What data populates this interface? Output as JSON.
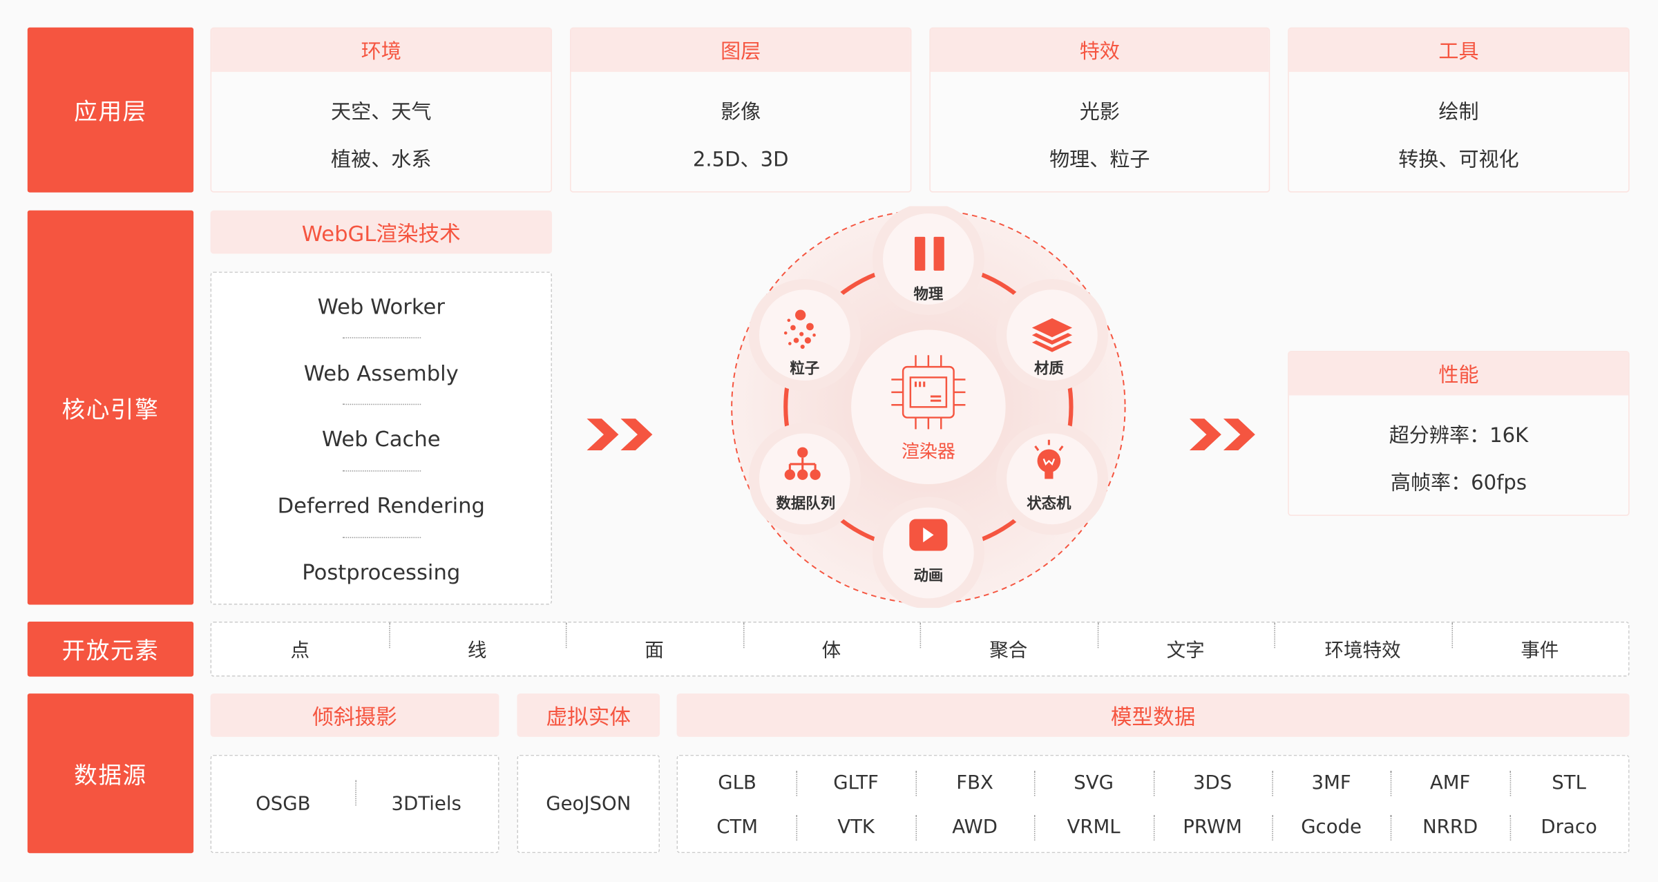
{
  "layers": {
    "application": "应用层",
    "core": "核心引擎",
    "elements": "开放元素",
    "datasource": "数据源"
  },
  "app_cards": [
    {
      "title": "环境",
      "lines": [
        "天空、天气",
        "植被、水系"
      ]
    },
    {
      "title": "图层",
      "lines": [
        "影像",
        "2.5D、3D"
      ]
    },
    {
      "title": "特效",
      "lines": [
        "光影",
        "物理、粒子"
      ]
    },
    {
      "title": "工具",
      "lines": [
        "绘制",
        "转换、可视化"
      ]
    }
  ],
  "webgl": {
    "title": "WebGL渲染技术",
    "items": [
      "Web Worker",
      "Web Assembly",
      "Web Cache",
      "Deferred Rendering",
      "Postprocessing"
    ]
  },
  "engine": {
    "center": "渲染器",
    "nodes": [
      "物理",
      "材质",
      "状态机",
      "动画",
      "数据队列",
      "粒子"
    ]
  },
  "performance": {
    "title": "性能",
    "lines": [
      "超分辨率：16K",
      "高帧率：60fps"
    ]
  },
  "elements": [
    "点",
    "线",
    "面",
    "体",
    "聚合",
    "文字",
    "环境特效",
    "事件"
  ],
  "datasource": {
    "oblique": {
      "title": "倾斜摄影",
      "items": [
        "OSGB",
        "3DTiels"
      ]
    },
    "virtual": {
      "title": "虚拟实体",
      "items": [
        "GeoJSON"
      ]
    },
    "model": {
      "title": "模型数据",
      "items": [
        "GLB",
        "GLTF",
        "FBX",
        "SVG",
        "3DS",
        "3MF",
        "AMF",
        "STL",
        "CTM",
        "VTK",
        "AWD",
        "VRML",
        "PRWM",
        "Gcode",
        "NRRD",
        "Draco"
      ]
    }
  },
  "colors": {
    "accent": "#f55540",
    "tint": "#fce8e6"
  }
}
